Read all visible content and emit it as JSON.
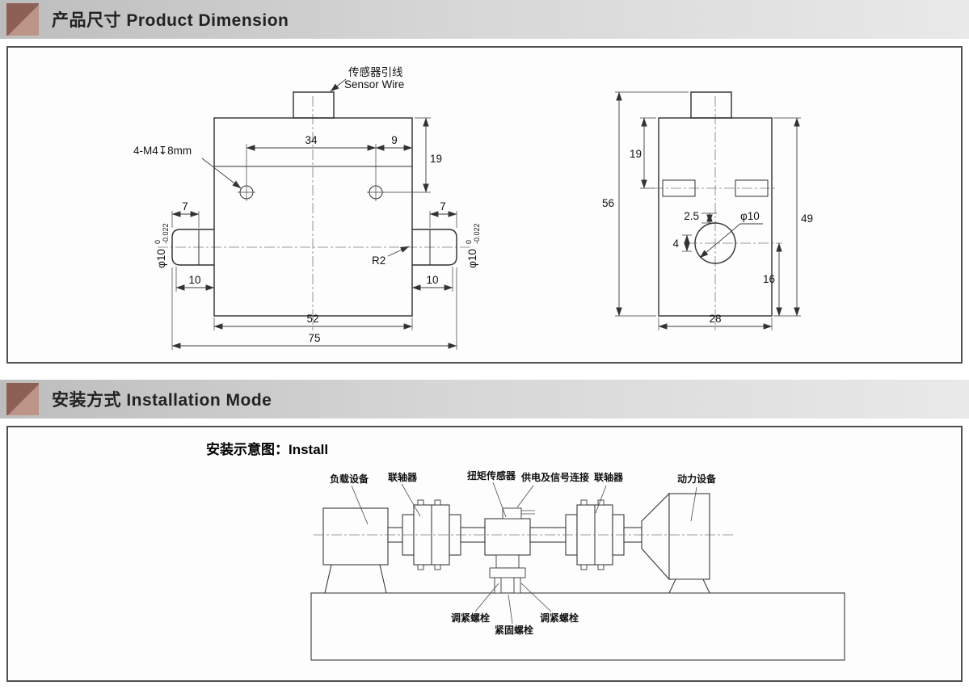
{
  "sections": {
    "dimension": {
      "title": "产品尺寸 Product Dimension"
    },
    "installation": {
      "title": "安装方式 Installation Mode"
    }
  },
  "colors": {
    "accent_dark": "#8d6056",
    "accent_light": "#bd9488",
    "header_gray": "#cfcfcf",
    "line": "#2f2f2f"
  },
  "front_view": {
    "sensor_wire_cn": "传感器引线",
    "sensor_wire_en": "Sensor Wire",
    "hole_callout": "4-M4↧8mm",
    "dim_top_span": "34",
    "dim_top_right": "9",
    "dim_top_height": "19",
    "dim_shaft_flat_left": "7",
    "dim_shaft_flat_right": "7",
    "dim_shaft_len_left": "10",
    "dim_shaft_len_right": "10",
    "dim_body_width": "52",
    "dim_total_width": "75",
    "shaft_dia_left": "φ10",
    "shaft_dia_right": "φ10",
    "tol_upper": "0",
    "tol_lower": "-0.022",
    "fillet_radius": "R2"
  },
  "side_view": {
    "dim_top_height": "19",
    "dim_total_height": "56",
    "dim_key_offset": "2.5",
    "dim_key_width": "4",
    "bore_dia": "φ10",
    "dim_body_height": "49",
    "dim_bore_bottom": "16",
    "dim_body_width": "28"
  },
  "install": {
    "title": "安装示意图：Install",
    "labels": {
      "load_device": "负载设备",
      "coupling_left": "联轴器",
      "torque_sensor": "扭矩传感器",
      "power_signal": "供电及信号连接",
      "coupling_right": "联轴器",
      "power_device": "动力设备",
      "adjust_bolt_left": "调紧螺栓",
      "fixing_bolt": "紧固螺栓",
      "adjust_bolt_right": "调紧螺栓"
    }
  }
}
